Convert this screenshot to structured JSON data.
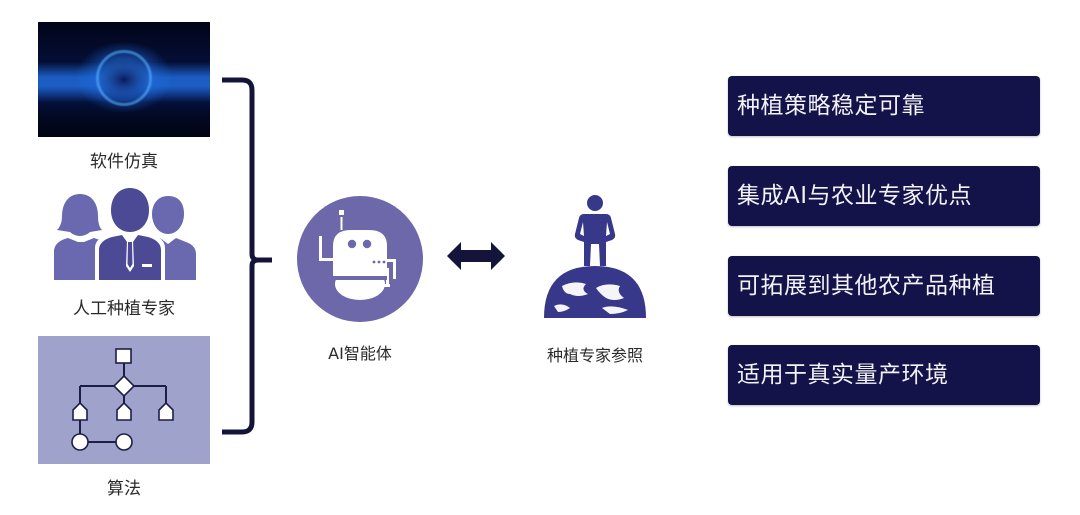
{
  "inputs": [
    {
      "label": "软件仿真",
      "icon": "software-simulation-image"
    },
    {
      "label": "人工种植专家",
      "icon": "human-experts-icon"
    },
    {
      "label": "算法",
      "icon": "algorithm-flowchart-icon"
    }
  ],
  "center": {
    "agent_label": "AI智能体",
    "agent_icon": "robot-icon",
    "connector_icon": "double-arrow-icon",
    "reference_label": "种植专家参照",
    "reference_icon": "person-on-globe-icon"
  },
  "results": [
    {
      "text": "种植策略稳定可靠"
    },
    {
      "text": "集成AI与农业专家优点"
    },
    {
      "text": "可拓展到其他农产品种植"
    },
    {
      "text": "适用于真实量产环境"
    }
  ],
  "colors": {
    "primary_purple": "#6d68aa",
    "people_purple": "#5c5aa0",
    "algo_bg": "#9fa3cc",
    "dark_navy": "#13134a",
    "bracket": "#14143a"
  }
}
